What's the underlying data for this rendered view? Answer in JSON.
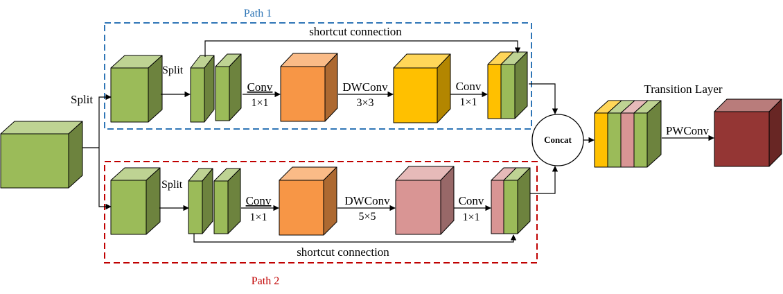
{
  "paths": [
    {
      "label": "Path 1",
      "color": "#2e75b6",
      "shortcut_label": "shortcut connection",
      "split_label": "Split",
      "conv1_label": "Conv",
      "conv1_size": "1×1",
      "dwconv_label": "DWConv",
      "dwconv_size": "3×3",
      "conv2_label": "Conv",
      "conv2_size": "1×1"
    },
    {
      "label": "Path 2",
      "color": "#c00000",
      "shortcut_label": "shortcut connection",
      "split_label": "Split",
      "conv1_label": "Conv",
      "conv1_size": "1×1",
      "dwconv_label": "DWConv",
      "dwconv_size": "5×5",
      "conv2_label": "Conv",
      "conv2_size": "1×1"
    }
  ],
  "input_split_label": "Split",
  "concat_label": "Concat",
  "transition_label": "Transition Layer",
  "pwconv_label": "PWConv",
  "colors": {
    "green": "#9bbb59",
    "orange": "#f79646",
    "yellow": "#ffc000",
    "pink": "#d99594",
    "maroon": "#943634"
  }
}
